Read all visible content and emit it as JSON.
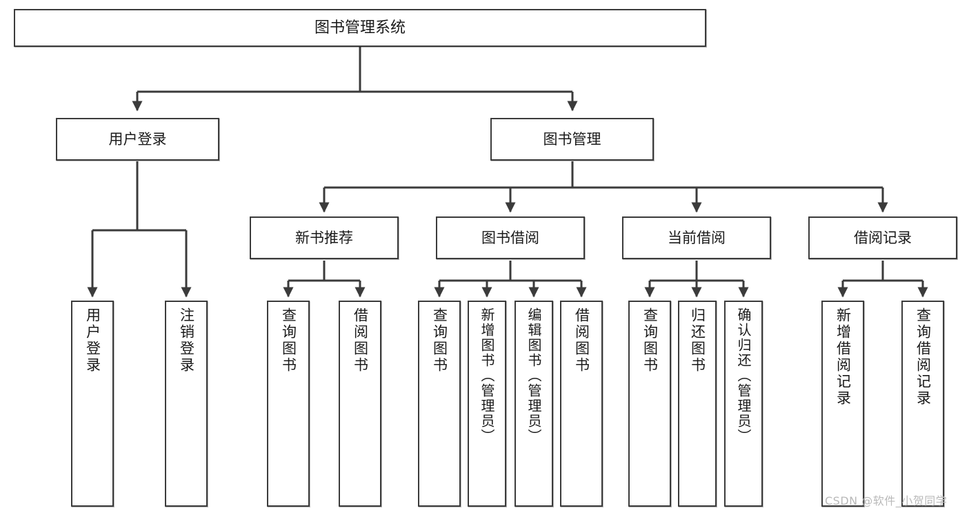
{
  "diagram": {
    "type": "tree-hierarchy-chart",
    "title": "图书管理系统",
    "stroke_color": "#3b3b3b",
    "fill_color": "#ffffff",
    "text_color": "#1a1a1a",
    "levels": [
      {
        "level": 1,
        "nodes": [
          {
            "id": "root",
            "label": "图书管理系统",
            "orientation": "horizontal"
          }
        ]
      },
      {
        "level": 2,
        "nodes": [
          {
            "id": "user-login",
            "label": "用户登录",
            "orientation": "horizontal",
            "parent": "root"
          },
          {
            "id": "book-management",
            "label": "图书管理",
            "orientation": "horizontal",
            "parent": "root"
          }
        ]
      },
      {
        "level": 3,
        "nodes": [
          {
            "id": "new-book-recommend",
            "label": "新书推荐",
            "orientation": "horizontal",
            "parent": "book-management"
          },
          {
            "id": "book-borrow",
            "label": "图书借阅",
            "orientation": "horizontal",
            "parent": "book-management"
          },
          {
            "id": "current-borrow",
            "label": "当前借阅",
            "orientation": "horizontal",
            "parent": "book-management"
          },
          {
            "id": "borrow-record",
            "label": "借阅记录",
            "orientation": "horizontal",
            "parent": "book-management"
          }
        ]
      },
      {
        "level": 4,
        "nodes": [
          {
            "id": "leaf-user-login",
            "label": "用户登录",
            "orientation": "vertical",
            "parent": "user-login"
          },
          {
            "id": "leaf-user-logout",
            "label": "注销登录",
            "orientation": "vertical",
            "parent": "user-login"
          },
          {
            "id": "leaf-query-book-1",
            "label": "查询图书",
            "orientation": "vertical",
            "parent": "new-book-recommend"
          },
          {
            "id": "leaf-borrow-book-1",
            "label": "借阅图书",
            "orientation": "vertical",
            "parent": "new-book-recommend"
          },
          {
            "id": "leaf-query-book-2",
            "label": "查询图书",
            "orientation": "vertical",
            "parent": "book-borrow"
          },
          {
            "id": "leaf-add-book",
            "label": "新增图书（管理员）",
            "orientation": "vertical",
            "parent": "book-borrow"
          },
          {
            "id": "leaf-edit-book",
            "label": "编辑图书（管理员）",
            "orientation": "vertical",
            "parent": "book-borrow"
          },
          {
            "id": "leaf-borrow-book-2",
            "label": "借阅图书",
            "orientation": "vertical",
            "parent": "book-borrow"
          },
          {
            "id": "leaf-query-book-3",
            "label": "查询图书",
            "orientation": "vertical",
            "parent": "current-borrow"
          },
          {
            "id": "leaf-return-book",
            "label": "归还图书",
            "orientation": "vertical",
            "parent": "current-borrow"
          },
          {
            "id": "leaf-confirm-return",
            "label": "确认归还（管理员）",
            "orientation": "vertical",
            "parent": "current-borrow"
          },
          {
            "id": "leaf-add-record",
            "label": "新增借阅记录",
            "orientation": "vertical",
            "parent": "borrow-record"
          },
          {
            "id": "leaf-query-record",
            "label": "查询借阅记录",
            "orientation": "vertical",
            "parent": "borrow-record"
          }
        ]
      }
    ]
  },
  "watermark": {
    "text": "CSDN @软件_小贺同学"
  }
}
